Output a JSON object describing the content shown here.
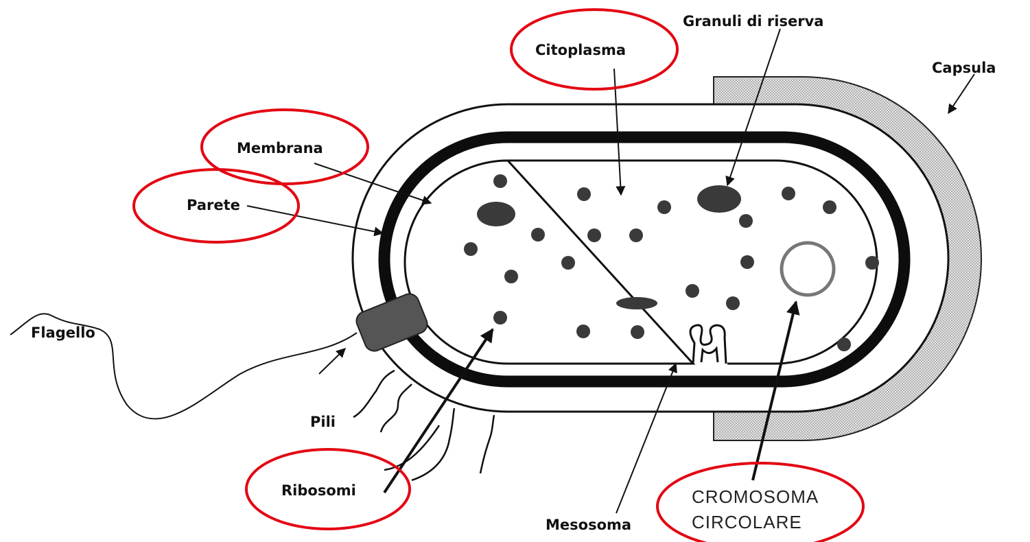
{
  "labels": {
    "citoplasma": "Citoplasma",
    "granuli": "Granuli di riserva",
    "capsula": "Capsula",
    "membrana": "Membrana",
    "parete": "Parete",
    "flagello": "Flagello",
    "pili": "Pili",
    "ribosomi": "Ribosomi",
    "mesosoma": "Mesosoma",
    "cromosoma_line1": "CROMOSOMA",
    "cromosoma_line2": "CIRCOLARE"
  },
  "colors": {
    "highlight": "#e30613",
    "ink": "#111111",
    "capsule_fill": "#c8c8c8",
    "granule_fill": "#3a3a3a",
    "flagellum_base": "#555555",
    "background": "#ffffff"
  }
}
